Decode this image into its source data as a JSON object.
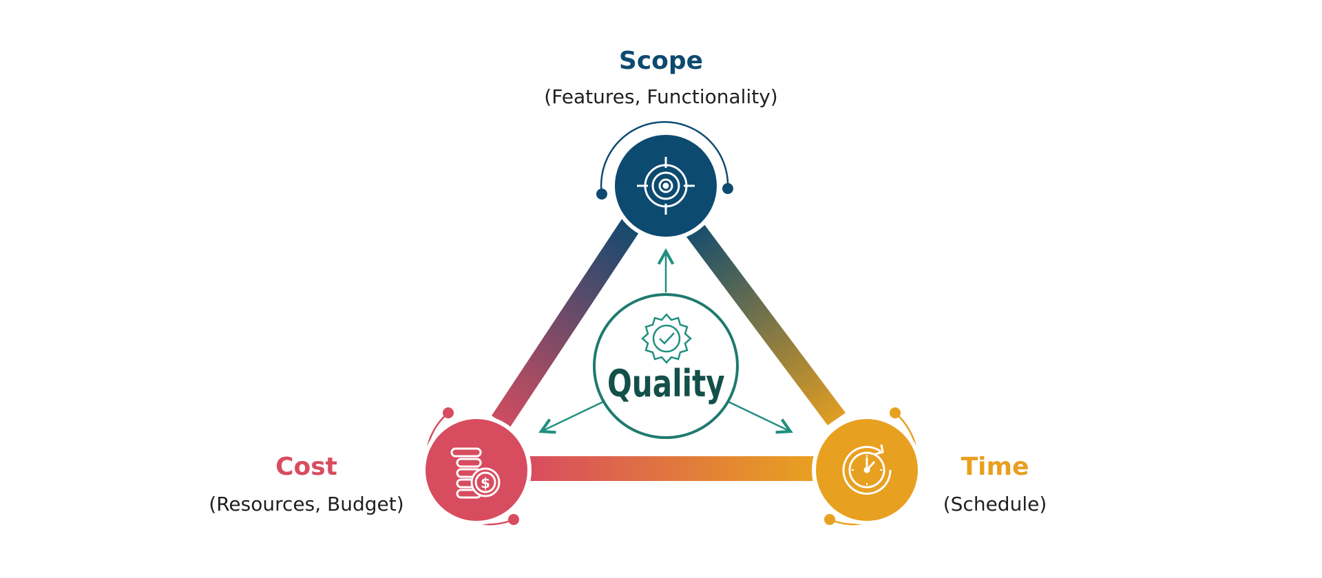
{
  "scope": {
    "title": "Scope",
    "subtitle": "(Features, Functionality)"
  },
  "cost": {
    "title": "Cost",
    "subtitle": "(Resources, Budget)"
  },
  "time": {
    "title": "Time",
    "subtitle": "(Schedule)"
  },
  "quality": {
    "label": "Quality"
  },
  "colors": {
    "scope": "#0d4a70",
    "cost": "#d84c5f",
    "time": "#e8a020",
    "quality": "#1f7a6e",
    "quality_text": "#14504a"
  },
  "icons": {
    "scope": "target-icon",
    "cost": "coins-dollar-icon",
    "time": "clock-refresh-icon",
    "quality": "check-badge-icon"
  }
}
